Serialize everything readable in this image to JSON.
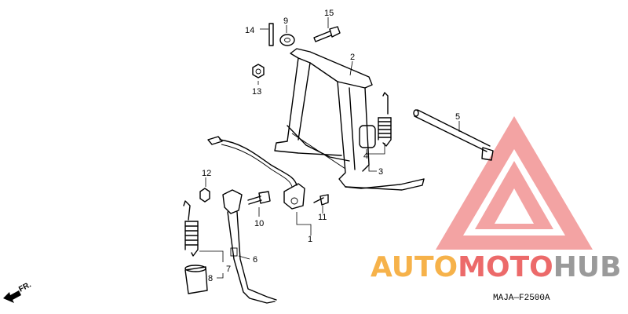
{
  "parts": {
    "p1": "1",
    "p2": "2",
    "p3": "3",
    "p4": "4",
    "p5": "5",
    "p6": "6",
    "p7": "7",
    "p8": "8",
    "p9": "9",
    "p10": "10",
    "p11": "11",
    "p12": "12",
    "p13": "13",
    "p14": "14",
    "p15": "15"
  },
  "diagram_code": "MAJA—F2500A",
  "direction_label": "FR.",
  "watermark": {
    "prefix": "AUTO",
    "middle": "MOTO",
    "suffix": "HUB",
    "colors": {
      "orange": "#f6b24a",
      "red": "#ec6a6a",
      "gray": "#9a9a9a",
      "logo": "#f08585"
    }
  }
}
